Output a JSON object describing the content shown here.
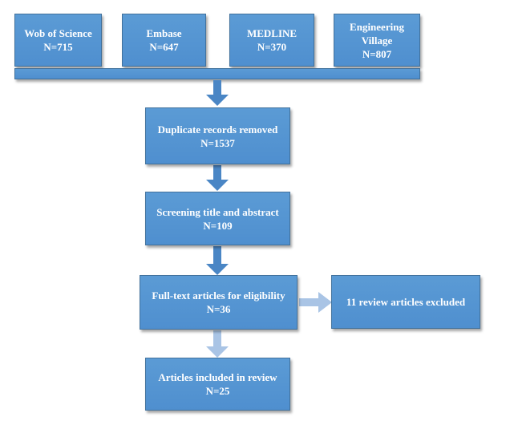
{
  "colors": {
    "box_fill": "#5b9bd5",
    "box_border": "#41719c",
    "arrow": "#4a86c5",
    "arrow_light": "#a9c4e5"
  },
  "sources": [
    {
      "name": "Wob of Science",
      "count": "N=715"
    },
    {
      "name": "Embase",
      "count": "N=647"
    },
    {
      "name": "MEDLINE",
      "count": "N=370"
    },
    {
      "name_line1": "Engineering",
      "name_line2": "Village",
      "count": "N=807"
    }
  ],
  "steps": {
    "duplicates": {
      "label": "Duplicate records removed",
      "count": "N=1537"
    },
    "screening": {
      "label": "Screening title and abstract",
      "count": "N=109"
    },
    "fulltext": {
      "label": "Full-text articles for eligibility",
      "count": "N=36"
    },
    "included": {
      "label": "Articles included in review",
      "count": "N=25"
    },
    "excluded": {
      "label": "11 review articles excluded"
    }
  }
}
